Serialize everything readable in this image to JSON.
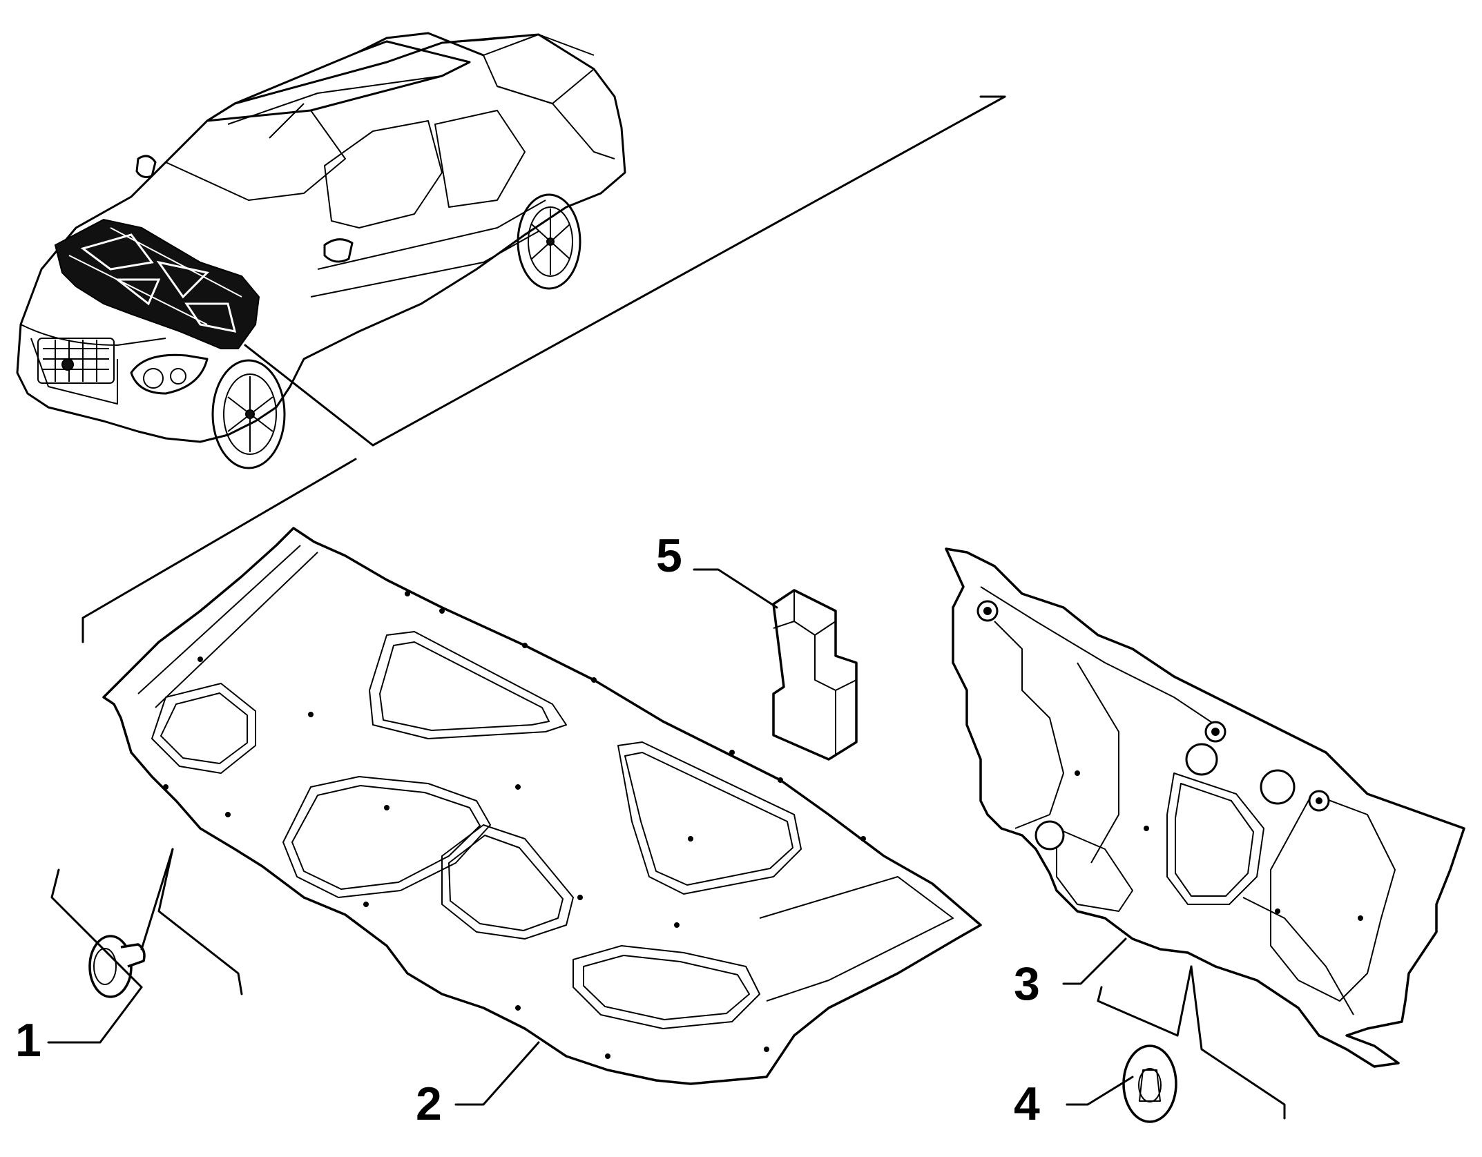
{
  "diagram": {
    "callouts": [
      {
        "id": "1",
        "label": "1"
      },
      {
        "id": "2",
        "label": "2"
      },
      {
        "id": "3",
        "label": "3"
      },
      {
        "id": "4",
        "label": "4"
      },
      {
        "id": "5",
        "label": "5"
      }
    ],
    "colors": {
      "ink": "#000000",
      "paper": "#ffffff",
      "highlight": "#111111"
    },
    "icons": {
      "vehicle": "pickup-truck-illustration",
      "part_1": "push-pin-fastener-icon",
      "part_2": "hood-insulation-panel-icon",
      "part_3": "dashboard-insulation-panel-icon",
      "part_4": "retaining-washer-icon",
      "part_5": "foam-pad-icon"
    }
  }
}
